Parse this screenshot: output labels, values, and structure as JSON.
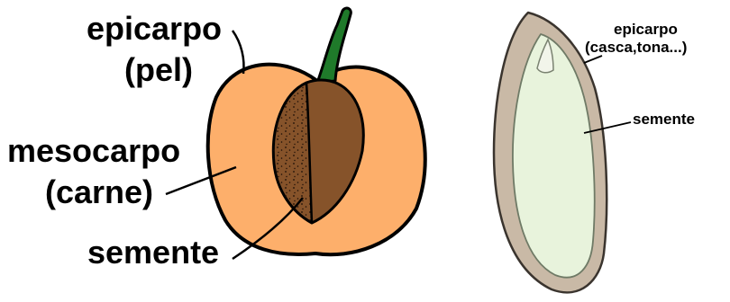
{
  "left_diagram": {
    "epicarpo_label": "epicarpo",
    "pel_label": "(pel)",
    "mesocarpo_label": "mesocarpo",
    "carne_label": "(carne)",
    "semente_label": "semente"
  },
  "right_diagram": {
    "epicarpo_label": "epicarpo",
    "casca_label": "(casca,tona...)",
    "semente_label": "semente"
  },
  "colors": {
    "flesh": "#fdaf6b",
    "stone": "#86532a",
    "stem": "#1f7a2a",
    "seed_shell": "#c9b9a6",
    "seed_interior": "#e8f3dc"
  }
}
